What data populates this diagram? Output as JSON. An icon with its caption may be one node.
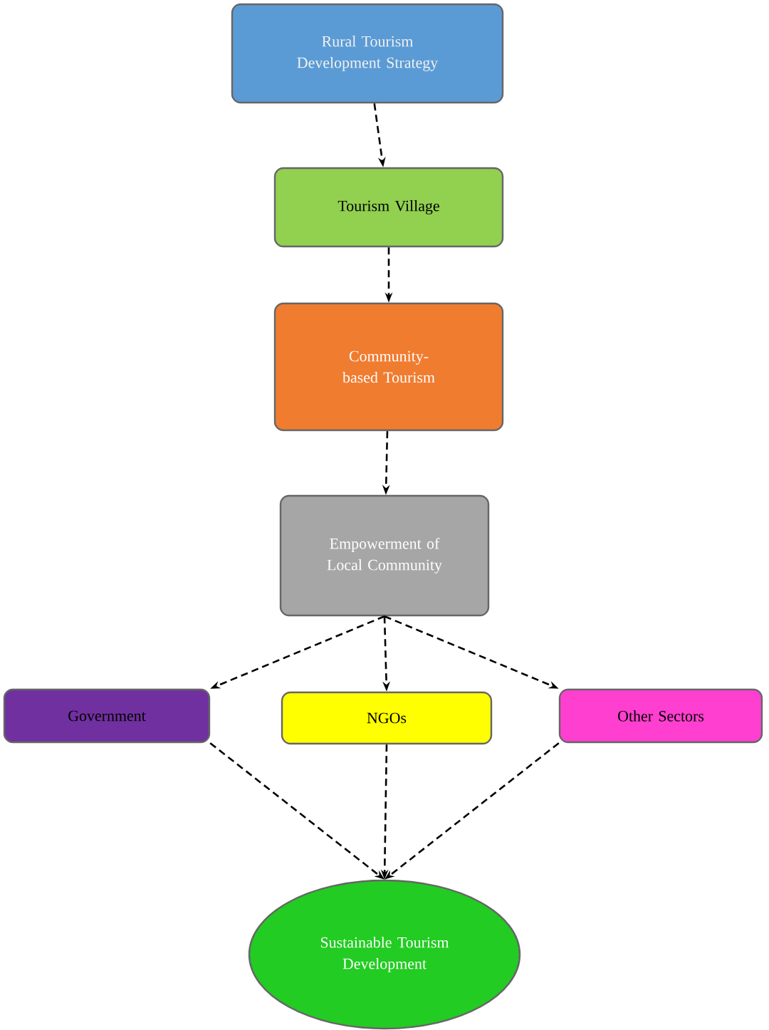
{
  "diagram": {
    "nodes": [
      {
        "text": [
          "Rural Tourism Development Strategy"
        ]
      },
      {
        "text": [
          "Tourism Village"
        ]
      },
      {
        "text": [
          "Community-based Tourism"
        ]
      },
      {
        "text": [
          "Empowerment of Local Community"
        ]
      },
      {
        "text": [
          "Government"
        ]
      },
      {
        "text": [
          "NGOs"
        ]
      },
      {
        "text": [
          "Other Sectors"
        ]
      },
      {
        "text": [
          "Sustainable Tourism Development"
        ]
      }
    ],
    "edges": [
      {
        "from": 0,
        "to": 1,
        "arrow": "to"
      },
      {
        "from": 1,
        "to": 2,
        "arrow": "to"
      },
      {
        "from": 2,
        "to": 3,
        "arrow": "to"
      },
      {
        "from": 3,
        "to": 4,
        "arrow": "to"
      },
      {
        "from": 3,
        "to": 5,
        "arrow": "to"
      },
      {
        "from": 3,
        "to": 6,
        "arrow": "to"
      },
      {
        "from": 4,
        "to": 7,
        "arrow": "to"
      },
      {
        "from": 5,
        "to": 7,
        "arrow": "to"
      },
      {
        "from": 6,
        "to": 7,
        "arrow": "to"
      }
    ]
  }
}
